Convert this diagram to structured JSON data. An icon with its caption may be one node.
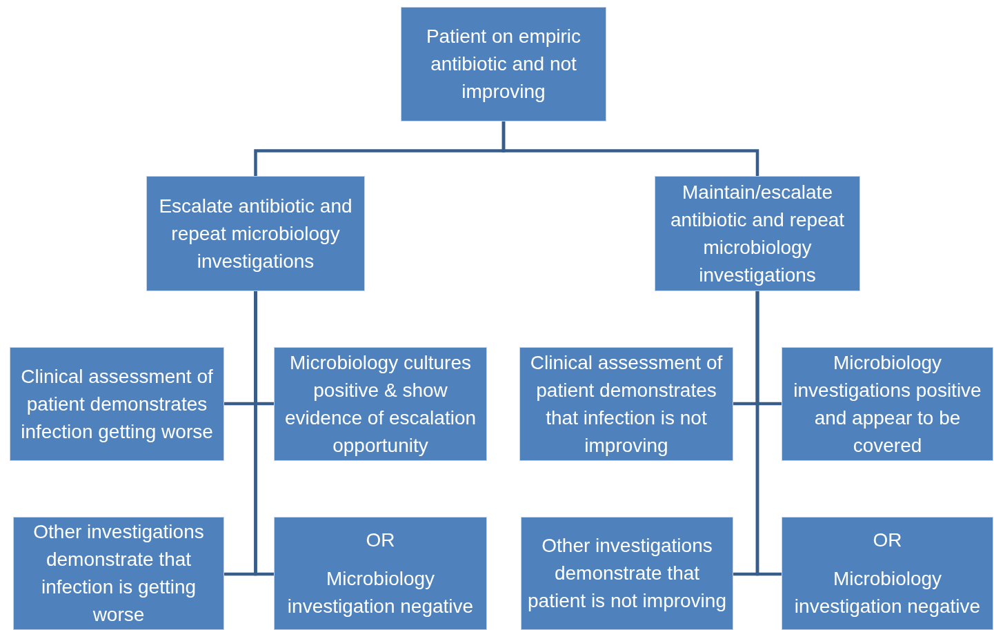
{
  "diagram": {
    "nodes": [
      {
        "text": [
          "Patient on empiric antibiotic and not improving"
        ]
      },
      {
        "text": [
          "Escalate antibiotic and repeat microbiology investigations"
        ]
      },
      {
        "text": [
          "Maintain/escalate antibiotic and repeat microbiology investigations"
        ]
      },
      {
        "text": [
          "Clinical assessment of patient demonstrates infection getting worse"
        ]
      },
      {
        "text": [
          "Microbiology cultures positive & show evidence of escalation opportunity"
        ]
      },
      {
        "text": [
          "Clinical assessment of patient demonstrates that infection is not improving"
        ]
      },
      {
        "text": [
          "Microbiology investigations positive and appear to be covered"
        ]
      },
      {
        "text": [
          "Other investigations demonstrate that infection is getting worse"
        ]
      },
      {
        "text": [
          "OR",
          "Microbiology investigation negative"
        ]
      },
      {
        "text": [
          "Other investigations demonstrate that patient is not improving"
        ]
      },
      {
        "text": [
          "OR",
          "Microbiology investigation negative"
        ]
      }
    ],
    "edges": [
      {
        "from": 0,
        "to": 1,
        "arrow": "none"
      },
      {
        "from": 0,
        "to": 2,
        "arrow": "none"
      },
      {
        "from": 1,
        "to": 3,
        "arrow": "none"
      },
      {
        "from": 1,
        "to": 4,
        "arrow": "none"
      },
      {
        "from": 1,
        "to": 7,
        "arrow": "none"
      },
      {
        "from": 1,
        "to": 8,
        "arrow": "none"
      },
      {
        "from": 2,
        "to": 5,
        "arrow": "none"
      },
      {
        "from": 2,
        "to": 6,
        "arrow": "none"
      },
      {
        "from": 2,
        "to": 9,
        "arrow": "none"
      },
      {
        "from": 2,
        "to": 10,
        "arrow": "none"
      }
    ]
  }
}
